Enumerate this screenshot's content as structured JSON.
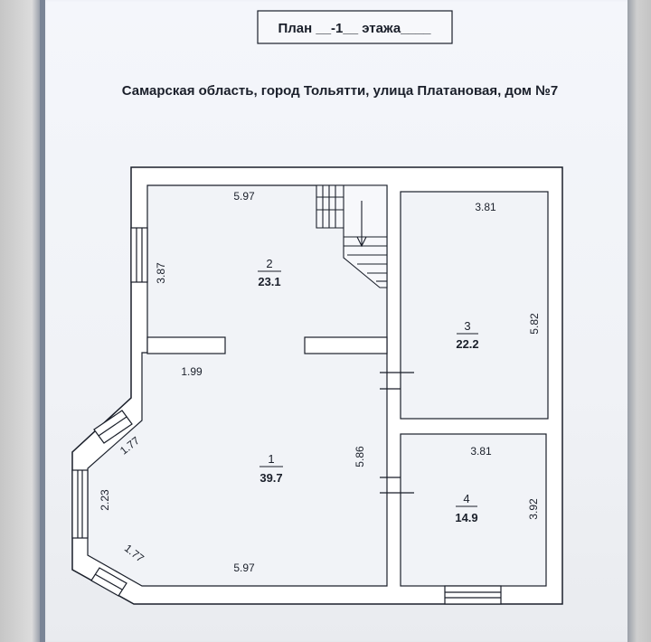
{
  "plan_title": "План __-1__ этажа____",
  "address": "Самарская область, город Тольятти, улица Платановая, дом №7",
  "rooms": [
    {
      "number": "1",
      "area": "39.7"
    },
    {
      "number": "2",
      "area": "23.1"
    },
    {
      "number": "3",
      "area": "22.2"
    },
    {
      "number": "4",
      "area": "14.9"
    }
  ],
  "dimensions": {
    "room2_top": "5.97",
    "room2_left": "3.87",
    "room1_left_segment": "1.99",
    "room1_right": "5.86",
    "room1_bottom": "5.97",
    "bay_upper": "1.77",
    "bay_middle": "2.23",
    "bay_lower": "1.77",
    "room3_top": "3.81",
    "room3_right": "5.82",
    "room4_top": "3.81",
    "room4_right": "3.92"
  },
  "colors": {
    "ink": "#1a1f2a",
    "paper": "#f2f4f8",
    "wall": "#ffffff"
  }
}
